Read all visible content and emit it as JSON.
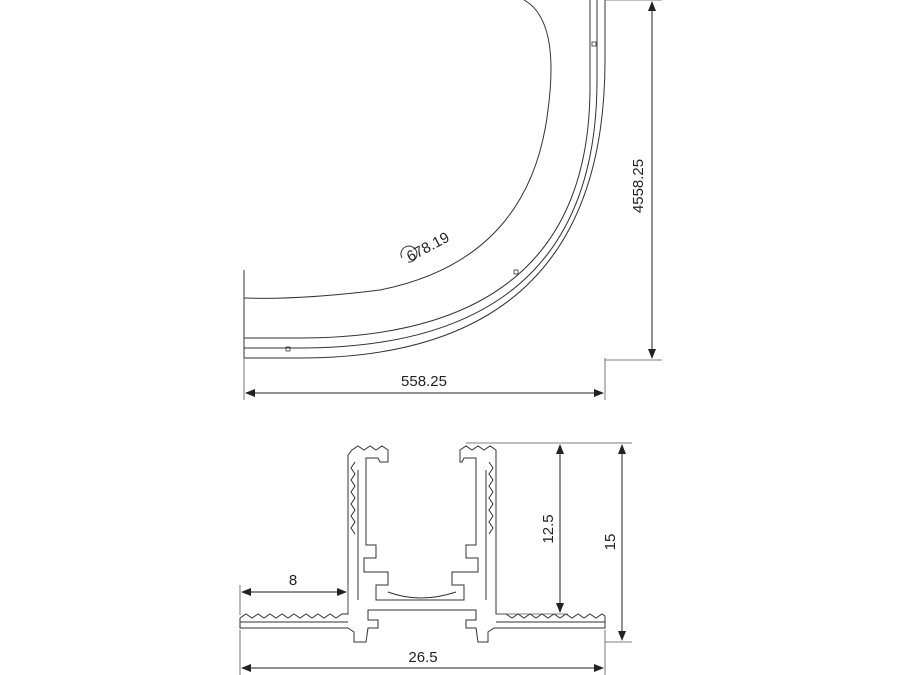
{
  "diagram": {
    "top_view": {
      "radius_label": "678.19",
      "width_label": "558.25",
      "height_label": "4558.25"
    },
    "section_view": {
      "flange_label": "8",
      "inner_height_label": "12.5",
      "total_height_label": "15",
      "total_width_label": "26.5"
    }
  }
}
